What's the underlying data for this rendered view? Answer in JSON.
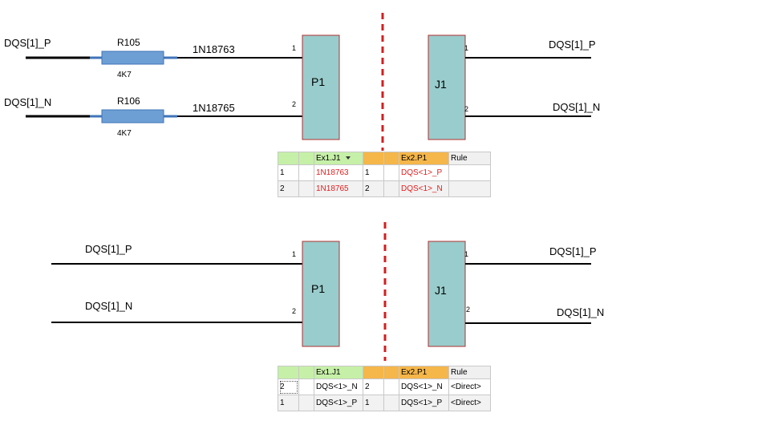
{
  "top": {
    "net_p_left": "DQS[1]_P",
    "net_n_left": "DQS[1]_N",
    "r105": {
      "ref": "R105",
      "value": "4K7"
    },
    "r106": {
      "ref": "R106",
      "value": "4K7"
    },
    "net_1": "1N18763",
    "net_2": "1N18765",
    "p1": {
      "ref": "P1",
      "pin1": "1",
      "pin2": "2"
    },
    "j1": {
      "ref": "J1",
      "pin1": "1",
      "pin2": "2"
    },
    "net_p_right": "DQS[1]_P",
    "net_n_right": "DQS[1]_N",
    "table": {
      "headers": [
        "Ex1.J1",
        "Ex2.P1",
        "Rule"
      ],
      "rows": [
        {
          "idx": "1",
          "ex1": "1N18763",
          "pin": "1",
          "ex2": "DQS<1>_P",
          "rule": ""
        },
        {
          "idx": "2",
          "ex1": "1N18765",
          "pin": "2",
          "ex2": "DQS<1>_N",
          "rule": ""
        }
      ]
    }
  },
  "bottom": {
    "net_p_left": "DQS[1]_P",
    "net_n_left": "DQS[1]_N",
    "p1": {
      "ref": "P1",
      "pin1": "1",
      "pin2": "2"
    },
    "j1": {
      "ref": "J1",
      "pin1": "1",
      "pin2": "2"
    },
    "net_p_right": "DQS[1]_P",
    "net_n_right": "DQS[1]_N",
    "table": {
      "headers": [
        "Ex1.J1",
        "Ex2.P1",
        "Rule"
      ],
      "rows": [
        {
          "idx": "2",
          "ex1": "DQS<1>_N",
          "pin": "2",
          "ex2": "DQS<1>_N",
          "rule": "<Direct>"
        },
        {
          "idx": "1",
          "ex1": "DQS<1>_P",
          "pin": "1",
          "ex2": "DQS<1>_P",
          "rule": "<Direct>"
        }
      ]
    }
  },
  "colors": {
    "component_fill": "#99cccc",
    "component_border": "#b03030",
    "resistor_fill": "#6e9fd4",
    "divider": "#d02020",
    "header_green": "#c6f0a8",
    "header_orange": "#f5b64a",
    "mismatch_text": "#e02020"
  }
}
